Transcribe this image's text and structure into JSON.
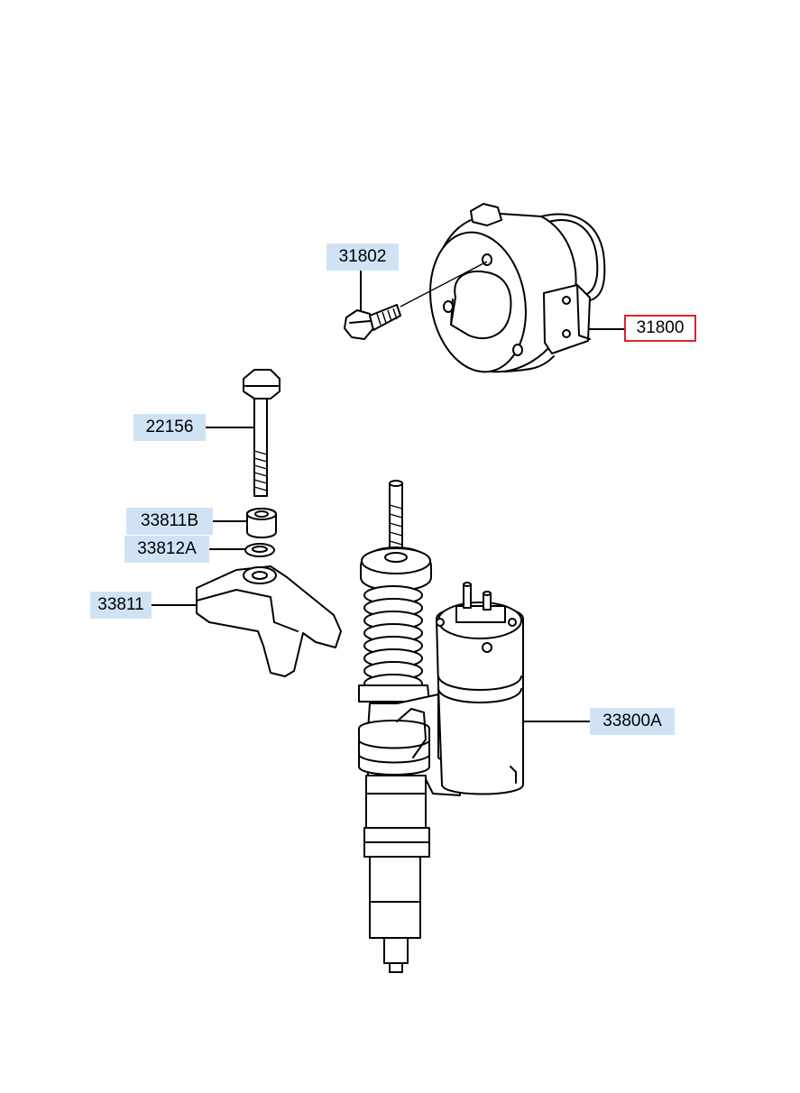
{
  "labels": [
    {
      "id": "31802",
      "text": "31802",
      "selected": false
    },
    {
      "id": "31800",
      "text": "31800",
      "selected": true
    },
    {
      "id": "22156",
      "text": "22156",
      "selected": false
    },
    {
      "id": "33811B",
      "text": "33811B",
      "selected": false
    },
    {
      "id": "33812A",
      "text": "33812A",
      "selected": false
    },
    {
      "id": "33811",
      "text": "33811",
      "selected": false
    },
    {
      "id": "33800A",
      "text": "33800A",
      "selected": false
    }
  ],
  "colors": {
    "label_bg": "#cfe3f5",
    "selected_border": "#d9262b",
    "line": "#000000"
  }
}
